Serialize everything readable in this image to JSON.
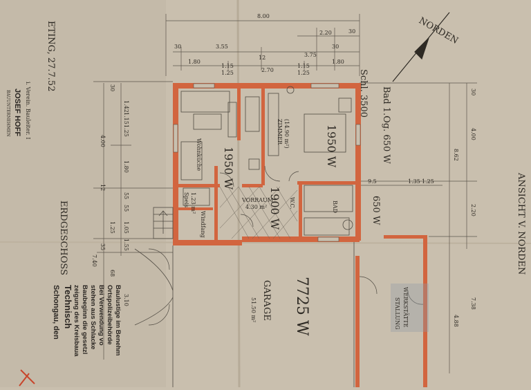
{
  "colors": {
    "paper": "#c9bfae",
    "wall": "#d2653f",
    "ink": "#2e2a24",
    "pencil": "#6a6358"
  },
  "header": {
    "date": "ETING, 27.7.52",
    "designer_line": "i. Verein. Bauleiter. I",
    "company_name": "JOSEF HOFF",
    "company_sub": "BAUUNTERNEHMEN"
  },
  "labels": {
    "floor": "ERDGESCHOSS",
    "view": "ANSICHT V. NORDEN",
    "north": "NORDEN",
    "schl": "Schl. 3500",
    "bad": "Bad 1.Og. 650 W",
    "wohnkueche": "Wohnküche",
    "zimmer": "ZIMMER",
    "zimmer_area": "(14.90 m²)",
    "vorraum": "VORRAUM",
    "vorraum_area": "4.30 m²",
    "speis": "Speis",
    "speis_area": "1.23 m²",
    "windfang": "Windfang",
    "wc": "W.C.",
    "bad_room": "BAD",
    "garage": "GARAGE",
    "garage_area": "51.50 m²",
    "werkstaette": "WERKSTÄTTE",
    "stallung": "STALLUNG"
  },
  "heat_values": {
    "living": "1950 W",
    "bedroom": "1950 W",
    "hall": "1900 W",
    "bath": "650 W",
    "garage": "7725 W"
  },
  "dims_top": [
    "8.00",
    "30",
    "3.55",
    "12",
    "3.75",
    "30",
    "2.20",
    "30",
    "1.80",
    "1.15",
    "2.70",
    "1.15",
    "1.80",
    "1.25",
    "1.25"
  ],
  "dims_left": [
    "1.42",
    "30",
    "4.00",
    "1.15",
    "1.25",
    "1.80",
    "12",
    "55",
    "55",
    "1.25",
    "1.05",
    "1.55",
    "35",
    "7.40",
    "3.10",
    "68"
  ],
  "dims_right": [
    "8.62",
    "4.00",
    "2.20",
    "7.38",
    "4.88",
    "9.5",
    "1.35",
    "1.25",
    "30"
  ],
  "stamp_lines": [
    "Baulustige im Benehm",
    "Ortspolizeibehörde",
    "Bei Verwendung vo",
    "stehen aus Schlacke",
    "Baubeginn die gesetzl",
    "zeigung des Kreisbaua",
    "Technisch",
    "Schongau, den"
  ]
}
